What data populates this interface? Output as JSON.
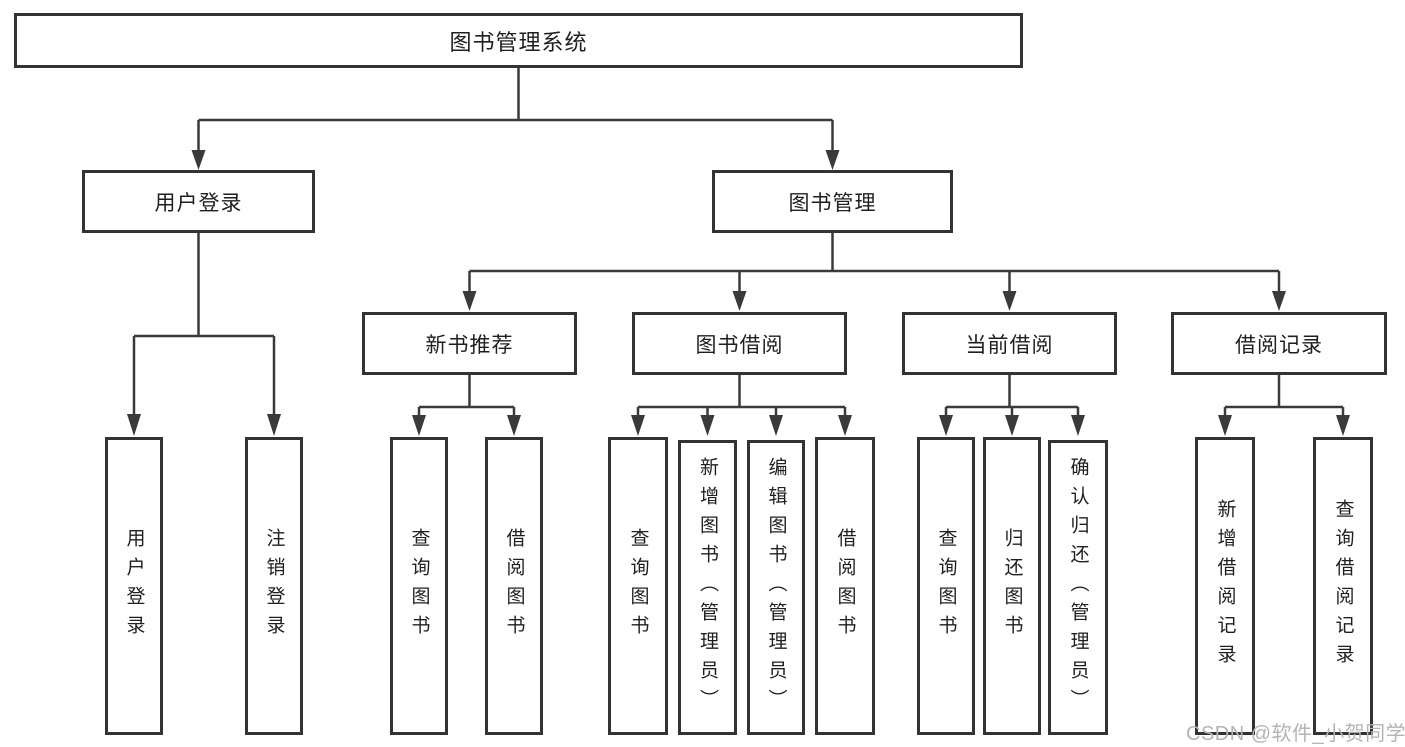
{
  "tree": {
    "root": "图书管理系统",
    "children": [
      {
        "label": "用户登录",
        "children": [
          "用户登录",
          "注销登录"
        ]
      },
      {
        "label": "图书管理",
        "children": [
          {
            "label": "新书推荐",
            "children": [
              "查询图书",
              "借阅图书"
            ]
          },
          {
            "label": "图书借阅",
            "children": [
              "查询图书",
              "新增图书（管理员）",
              "编辑图书（管理员）",
              "借阅图书"
            ]
          },
          {
            "label": "当前借阅",
            "children": [
              "查询图书",
              "归还图书",
              "确认归还（管理员）"
            ]
          },
          {
            "label": "借阅记录",
            "children": [
              "新增借阅记录",
              "查询借阅记录"
            ]
          }
        ]
      }
    ]
  },
  "watermark": {
    "text": "CSDN @软件_小贺同学"
  },
  "colors": {
    "line": "#3a3a3a",
    "box_border": "#333333",
    "text": "#1f1f1f",
    "watermark": "#b4b4b4",
    "background": "#ffffff"
  }
}
